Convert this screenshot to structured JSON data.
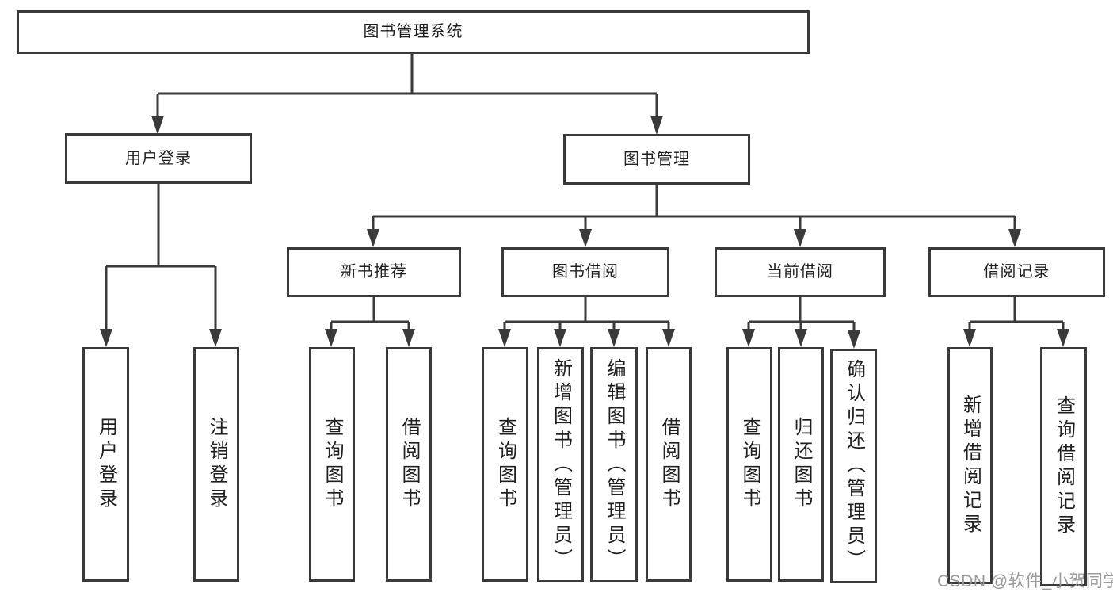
{
  "tree": {
    "root": {
      "label": "图书管理系统"
    },
    "branches": [
      {
        "label": "用户登录",
        "children": [
          {
            "label": "用户登录"
          },
          {
            "label": "注销登录"
          }
        ]
      },
      {
        "label": "图书管理",
        "children": [
          {
            "label": "新书推荐",
            "children": [
              {
                "label": "查询图书"
              },
              {
                "label": "借阅图书"
              }
            ]
          },
          {
            "label": "图书借阅",
            "children": [
              {
                "label": "查询图书"
              },
              {
                "label": "新增图书（管理员）"
              },
              {
                "label": "编辑图书（管理员）"
              },
              {
                "label": "借阅图书"
              }
            ]
          },
          {
            "label": "当前借阅",
            "children": [
              {
                "label": "查询图书"
              },
              {
                "label": "归还图书"
              },
              {
                "label": "确认归还（管理员）"
              }
            ]
          },
          {
            "label": "借阅记录",
            "children": [
              {
                "label": "新增借阅记录"
              },
              {
                "label": "查询借阅记录"
              }
            ]
          }
        ]
      }
    ]
  },
  "watermark": {
    "text": "CSDN @软件_小贺同学"
  },
  "colors": {
    "line": "#3a3a3a",
    "text": "#1f1f1f",
    "watermark": "#9b9b9b",
    "background": "#ffffff"
  }
}
